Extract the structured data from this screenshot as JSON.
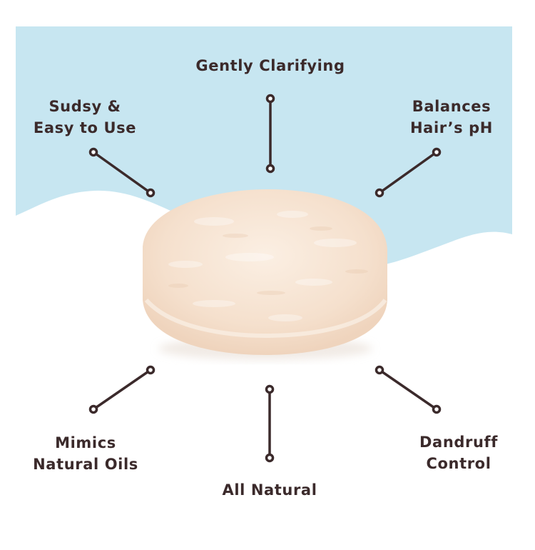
{
  "colors": {
    "sky": "#c7e6f1",
    "text": "#3b2a2b",
    "connector": "#3b2a2b",
    "bar": "#f6e3d2"
  },
  "product": {
    "name": "shampoo-bar",
    "shape": "round-puck"
  },
  "benefits": {
    "top": "Gently Clarifying",
    "top_left": {
      "line1": "Sudsy &",
      "line2": "Easy to Use"
    },
    "top_right": {
      "line1": "Balances",
      "line2": "Hair’s pH"
    },
    "bottom_left": {
      "line1": "Mimics",
      "line2": "Natural Oils"
    },
    "bottom": "All Natural",
    "bottom_right": {
      "line1": "Dandruff",
      "line2": "Control"
    }
  }
}
